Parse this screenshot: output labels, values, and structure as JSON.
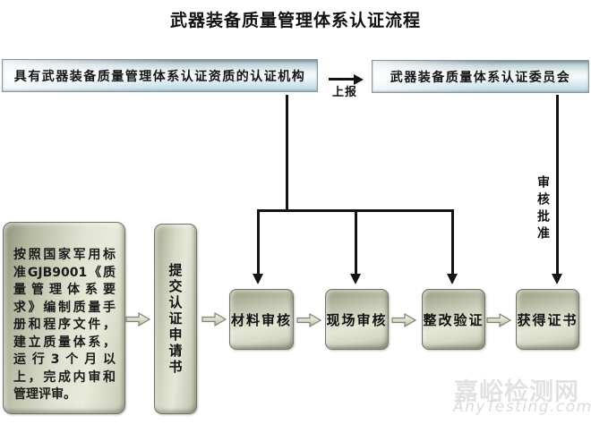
{
  "title": "武器装备质量管理体系认证流程",
  "top_flow": {
    "certification_body": "具有武器装备质量管理体系认证资质的认证机构",
    "committee": "武器装备质量体系认证委员会",
    "report_label": "上报",
    "approve_label": "审核批准"
  },
  "preparation": {
    "lines": [
      "按照国家军用标",
      "准GJB9001《质",
      "量管理体系要",
      "求》编制质量手",
      "册和程序文件，",
      "建立质量体系，",
      "运行3个月以",
      "上，完成内审和",
      "管理评审。"
    ],
    "full_text": "按照国家军用标准GJB9001《质量管理体系要求》编制质量手册和程序文件，建立质量体系，运行3个月以上，完成内审和管理评审。"
  },
  "steps": {
    "submit_application": "提交认证申请书",
    "material_review": "材料审核",
    "site_audit": "现场审核",
    "rectification_verification": "整改验证",
    "obtain_certificate": "获得证书"
  },
  "watermark": {
    "name": "嘉峪检测网",
    "site": "AnyTesting.com"
  },
  "icons": {
    "flow_arrow": "right-arrow-3d",
    "report_arrow": "right-arrow",
    "drop_arrow": "down-arrow"
  },
  "colors": {
    "top_box_blue": "#b5d4e2",
    "top_box_light": "#f6f9fa",
    "green_box_dark": "#8e927b",
    "green_box_light": "#e9ebda",
    "connector_black": "#141414",
    "watermark_gray": "#e2e2e2"
  }
}
